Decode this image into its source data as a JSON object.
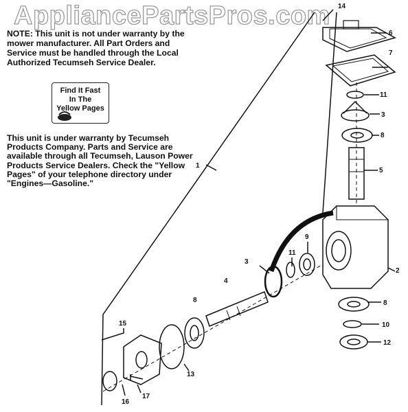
{
  "watermark": "AppliancePartsPros.com",
  "note_warranty": "NOTE: This unit is not under warranty by the mower manufacturer. All Part Orders and Service must be handled through the Local Authorized Tecumseh Service Dealer.",
  "yellow_pages_badge": "Find It Fast\nIn The\nYellow Pages",
  "note_tecumseh": "This unit is under warranty by Tecumseh Products Company. Parts and Service are available through all Tecumseh, Lauson Power Products Service Dealers. Check the \"Yellow Pages\" of your telephone directory under \"Engines—Gasoline.\"",
  "callouts": {
    "c1": "1",
    "c2": "2",
    "c3a": "3",
    "c3b": "3",
    "c4": "4",
    "c5": "5",
    "c6": "6",
    "c7": "7",
    "c8a": "8",
    "c8b": "8",
    "c8c": "8",
    "c9": "9",
    "c10": "10",
    "c11a": "11",
    "c11b": "11",
    "c12": "12",
    "c13": "13",
    "c14": "14",
    "c15": "15",
    "c16": "16",
    "c17": "17"
  }
}
